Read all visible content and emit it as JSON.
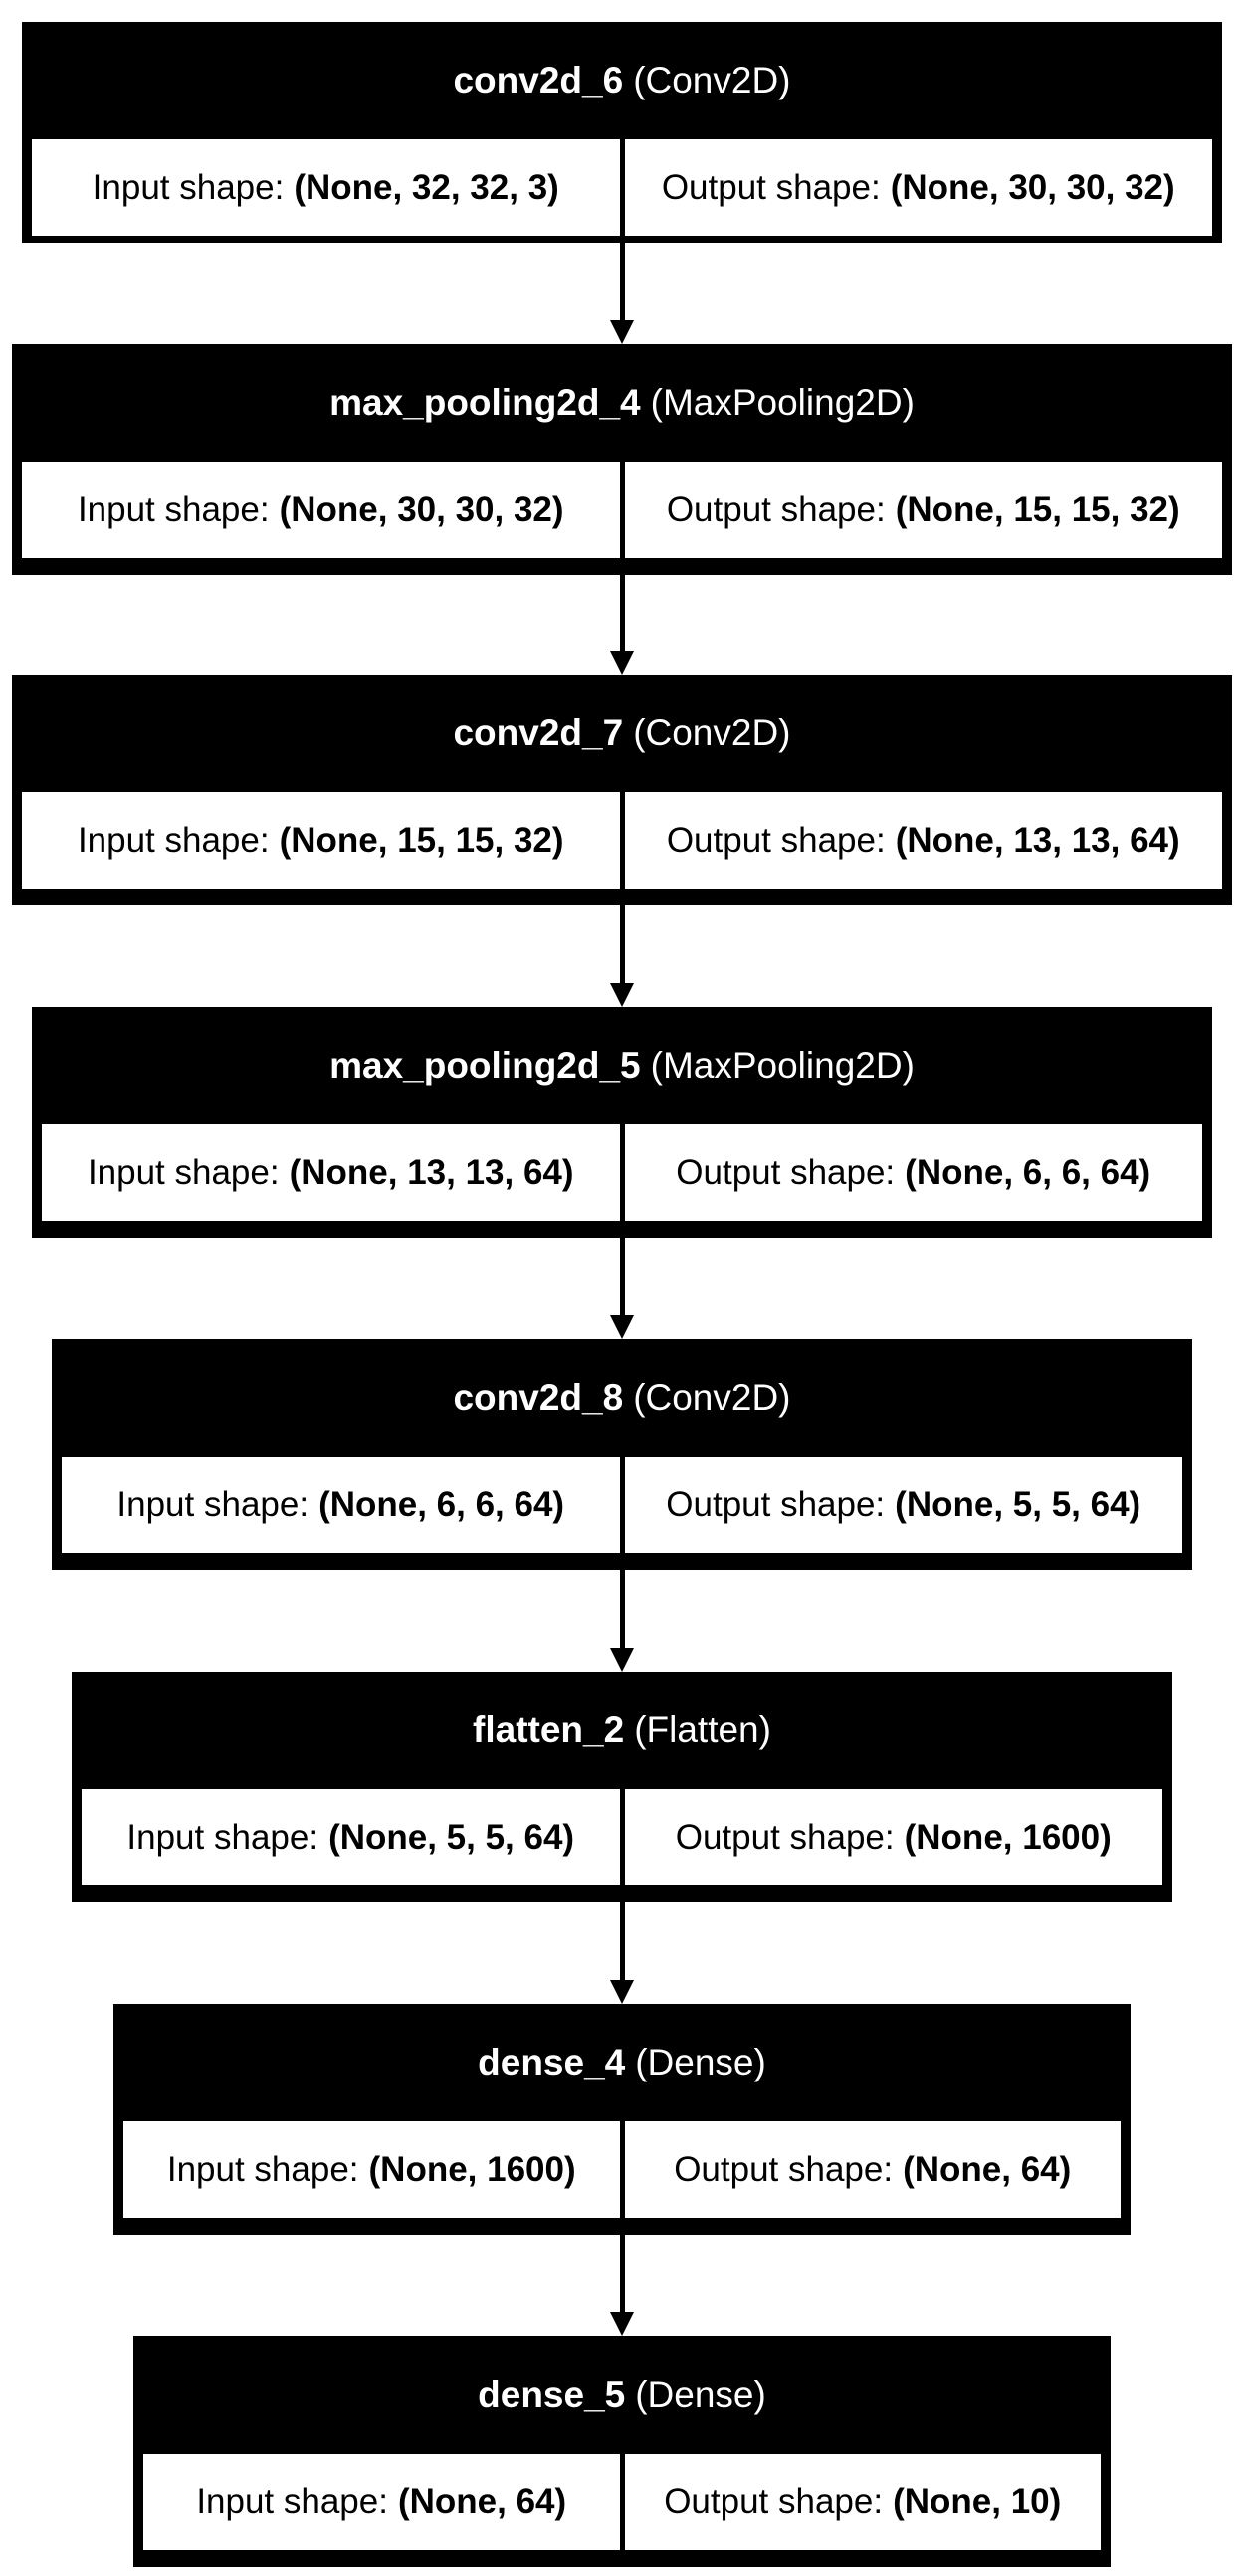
{
  "labels": {
    "input_shape": "Input shape:",
    "output_shape": "Output shape:"
  },
  "layers": [
    {
      "name": "conv2d_6",
      "type": "(Conv2D)",
      "input": "(None, 32, 32, 3)",
      "output": "(None, 30, 30, 32)"
    },
    {
      "name": "max_pooling2d_4",
      "type": "(MaxPooling2D)",
      "input": "(None, 30, 30, 32)",
      "output": "(None, 15, 15, 32)"
    },
    {
      "name": "conv2d_7",
      "type": "(Conv2D)",
      "input": "(None, 15, 15, 32)",
      "output": "(None, 13, 13, 64)"
    },
    {
      "name": "max_pooling2d_5",
      "type": "(MaxPooling2D)",
      "input": "(None, 13, 13, 64)",
      "output": "(None, 6, 6, 64)"
    },
    {
      "name": "conv2d_8",
      "type": "(Conv2D)",
      "input": "(None, 6, 6, 64)",
      "output": "(None, 5, 5, 64)"
    },
    {
      "name": "flatten_2",
      "type": "(Flatten)",
      "input": "(None, 5, 5, 64)",
      "output": "(None, 1600)"
    },
    {
      "name": "dense_4",
      "type": "(Dense)",
      "input": "(None, 1600)",
      "output": "(None, 64)"
    },
    {
      "name": "dense_5",
      "type": "(Dense)",
      "input": "(None, 64)",
      "output": "(None, 10)"
    }
  ]
}
